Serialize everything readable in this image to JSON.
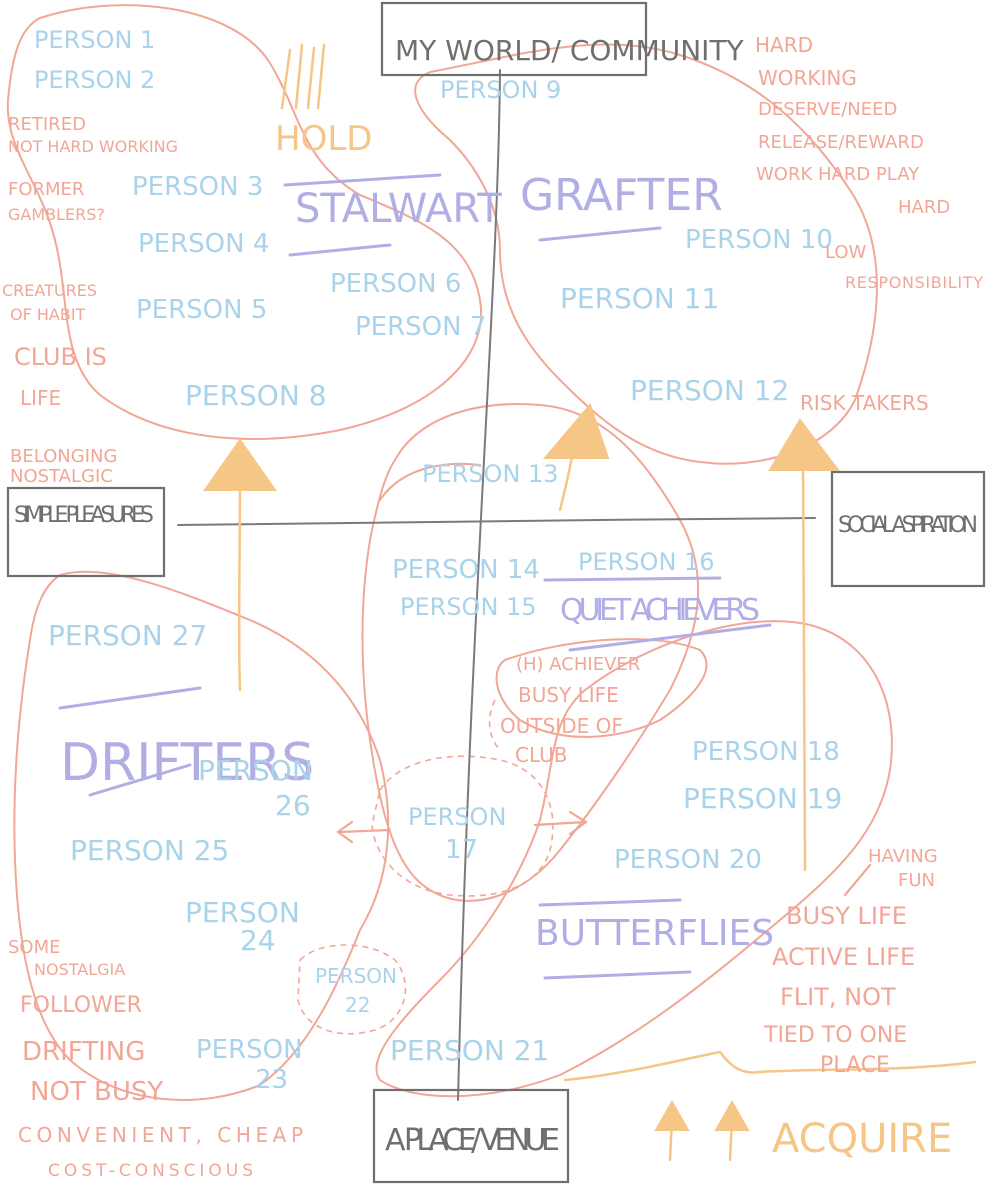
{
  "axes": {
    "top": "MY WORLD/ COMMUNITY",
    "bottom": "A PLACE/ VENUE",
    "left": "SIMPLE PLEASURES",
    "right": "SOCIAL ASPIRATION"
  },
  "segments": {
    "stalwart": "STALWART",
    "grafter": "GRAFTER",
    "quiet_achievers": "QUIET ACHIEVERS",
    "drifters": "DRIFTERS",
    "butterflies": "BUTTERFLIES"
  },
  "labels": {
    "hold": "HOLD",
    "acquire": "ACQUIRE"
  },
  "persons": {
    "p1": "PERSON 1",
    "p2": "PERSON 2",
    "p3": "PERSON 3",
    "p4": "PERSON 4",
    "p5": "PERSON 5",
    "p6": "PERSON 6",
    "p7": "PERSON 7",
    "p8": "PERSON 8",
    "p9": "PERSON 9",
    "p10": "PERSON 10",
    "p11": "PERSON 11",
    "p12": "PERSON 12",
    "p13": "PERSON 13",
    "p14": "PERSON 14",
    "p15": "PERSON 15",
    "p16": "PERSON 16",
    "p17_a": "PERSON",
    "p17_b": "17",
    "p18": "PERSON 18",
    "p19": "PERSON 19",
    "p20": "PERSON 20",
    "p21": "PERSON 21",
    "p22_a": "PERSON",
    "p22_b": "22",
    "p23_a": "PERSON",
    "p23_b": "23",
    "p24_a": "PERSON",
    "p24_b": "24",
    "p25": "PERSON 25",
    "p26_a": "PERSON",
    "p26_b": "26",
    "p27": "PERSON 27"
  },
  "notes": {
    "stalwart": [
      "RETIRED",
      "NOT HARD WORKING",
      "FORMER",
      "GAMBLERS?",
      "CREATURES",
      "OF HABIT",
      "CLUB IS",
      "LIFE",
      "BELONGING",
      "NOSTALGIC"
    ],
    "grafter": [
      "HARD",
      "WORKING",
      "DESERVE/NEED",
      "RELEASE/REWARD",
      "WORK HARD PLAY",
      "HARD",
      "LOW",
      "RESPONSIBILITY",
      "RISK TAKERS"
    ],
    "quiet": [
      "(H) ACHIEVER",
      "BUSY LIFE",
      "OUTSIDE OF",
      "CLUB"
    ],
    "butterflies": [
      "HAVING",
      "FUN",
      "BUSY LIFE",
      "ACTIVE LIFE",
      "FLIT, NOT",
      "TIED TO ONE",
      "PLACE"
    ],
    "drifters": [
      "SOME",
      "NOSTALGIA",
      "FOLLOWER",
      "DRIFTING",
      "NOT BUSY",
      "CONVENIENT, CHEAP",
      "COST-CONSCIOUS"
    ]
  },
  "colors": {
    "person": "#a9d3ea",
    "note": "#f1a696",
    "segment": "#b1aee6",
    "arrow": "#f6c687",
    "axis": "#6f6f6f"
  }
}
